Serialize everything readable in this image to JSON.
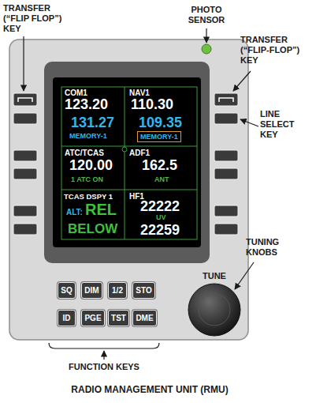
{
  "diagram": {
    "caption": "RADIO MANAGEMENT UNIT (RMU)",
    "nodes": [
      {
        "text": [
          "COM1",
          "123.20",
          "131.27",
          "MEMORY-1"
        ]
      },
      {
        "text": [
          "NAV1",
          "110.30",
          "109.35"
        ]
      },
      {
        "text": [
          "MEMORY-1"
        ],
        "in": 1
      },
      {
        "text": [
          "ATC/TCAS",
          "120.00",
          "1 ATC ON"
        ]
      },
      {
        "text": [
          "ADF1",
          "162.5",
          "ANT"
        ]
      },
      {
        "text": [
          "TCAS DSPY 1",
          "ALT:",
          "REL",
          "BELOW"
        ]
      },
      {
        "text": [
          "HF1",
          "22222",
          "UV",
          "22259"
        ]
      },
      {
        "text": [
          "SQ"
        ]
      },
      {
        "text": [
          "DIM"
        ]
      },
      {
        "text": [
          "1/2"
        ]
      },
      {
        "text": [
          "STO"
        ]
      },
      {
        "text": [
          "ID"
        ]
      },
      {
        "text": [
          "PGE"
        ]
      },
      {
        "text": [
          "TST"
        ]
      },
      {
        "text": [
          "DME"
        ]
      }
    ],
    "labels": [
      "TRANSFER (“FLIP FLOP”) KEY",
      "PHOTO SENSOR",
      "TRANSFER (“FLIP-FLOP”) KEY",
      "LINE SELECT KEY",
      "TUNE",
      "TUNING KNOBS",
      "FUNCTION KEYS"
    ]
  }
}
